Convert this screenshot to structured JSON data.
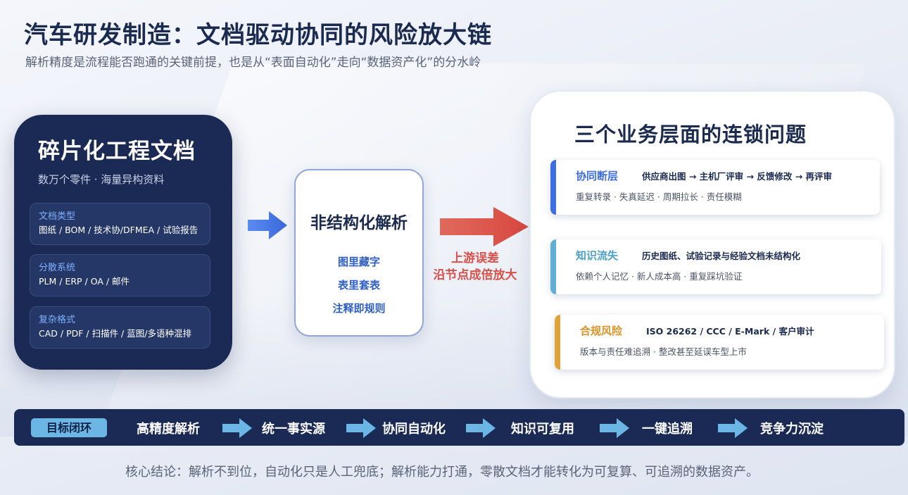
{
  "title": "汽车研发制造：文档驱动协同的风险放大链",
  "subtitle": "解析精度是流程能否跑通的关键前提，也是从“表面自动化”走向“数据资产化”的分水岭",
  "left_panel": {
    "title": "碎片化工程文档",
    "subtitle": "数万个零件 · 海量异构资料",
    "cards": [
      {
        "label": "文档类型",
        "body": "图纸 / BOM / 技术协/DFMEA / 试验报告"
      },
      {
        "label": "分散系统",
        "body": "PLM / ERP / OA / 邮件"
      },
      {
        "label": "复杂格式",
        "body": "CAD / PDF / 扫描件 / 蓝图/多语种混排"
      }
    ]
  },
  "middle_card": {
    "title": "非结构化解析",
    "items": [
      "图里藏字",
      "表里套表",
      "注释即规则"
    ]
  },
  "red_caption": {
    "line1": "上游误差",
    "line2": "沿节点成倍放大"
  },
  "right_panel": {
    "title": "三个业务层面的连锁问题",
    "cards": [
      {
        "name": "协同断层",
        "headline": "供应商出图 → 主机厂评审 → 反馈修改 → 再评审",
        "desc": "重复转录 · 失真延迟 · 周期拉长 · 责任模糊",
        "color": "#3e6fe0"
      },
      {
        "name": "知识流失",
        "headline": "历史图纸、试验记录与经验文档未结构化",
        "desc": "依赖个人记忆 · 新人成本高 · 重复踩坑验证",
        "color": "#5fb0d4"
      },
      {
        "name": "合规风险",
        "headline": "ISO 26262 / CCC / E-Mark / 客户审计",
        "desc": "版本与责任难追溯 · 整改甚至延误车型上市",
        "color": "#e0a23a"
      }
    ]
  },
  "bottom_strip": {
    "badge": "目标闭环",
    "steps": [
      "高精度解析",
      "统一事实源",
      "协同自动化",
      "知识可复用",
      "一键追溯",
      "竞争力沉淀"
    ]
  },
  "conclusion": "核心结论：解析不到位，自动化只是人工兜底；解析能力打通，零散文档才能转化为可复算、可追溯的数据资产。"
}
